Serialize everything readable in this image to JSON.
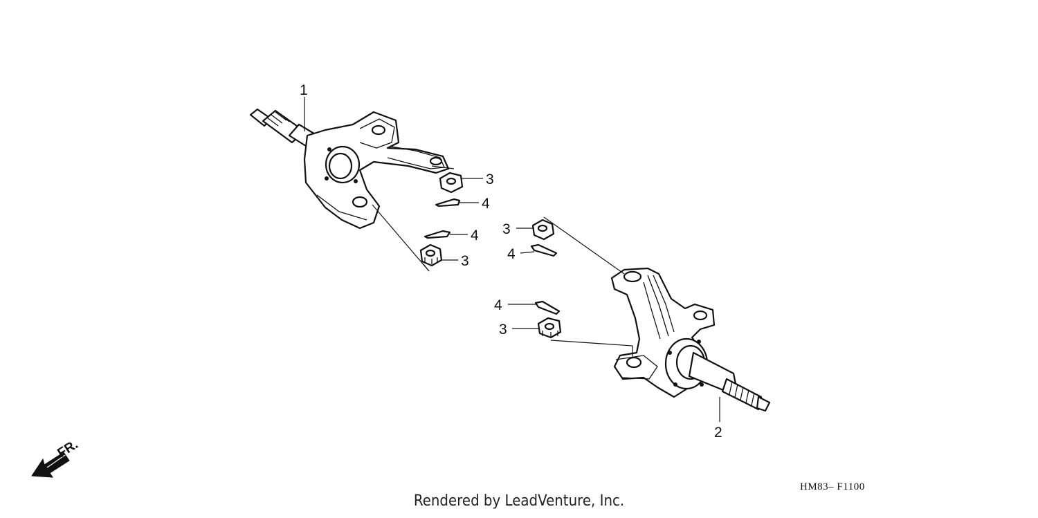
{
  "diagram": {
    "callouts": [
      {
        "id": "c1",
        "label": "1"
      },
      {
        "id": "c2",
        "label": "2"
      },
      {
        "id": "c3a",
        "label": "3"
      },
      {
        "id": "c4a",
        "label": "4"
      },
      {
        "id": "c4b",
        "label": "4"
      },
      {
        "id": "c3b",
        "label": "3"
      },
      {
        "id": "c3c",
        "label": "3"
      },
      {
        "id": "c4c",
        "label": "4"
      },
      {
        "id": "c4d",
        "label": "4"
      },
      {
        "id": "c3d",
        "label": "3"
      }
    ],
    "direction_label": "FR.",
    "figure_code": "HM83– F1100"
  },
  "footer": {
    "credit": "Rendered by LeadVenture, Inc."
  }
}
